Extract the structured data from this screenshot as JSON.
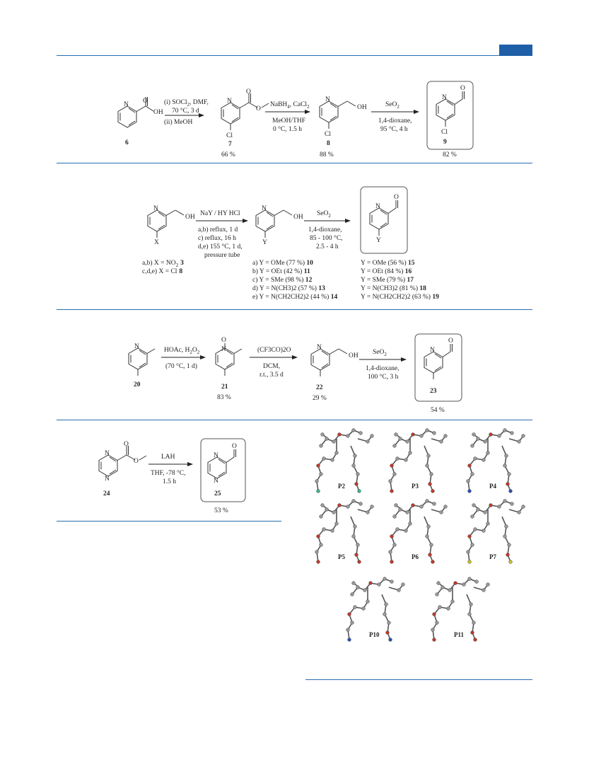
{
  "scheme1": {
    "cond1_line1": "(i) SOCl",
    "cond1_line1_sub": "2",
    "cond1_line1_tail": ", DMF,",
    "cond1_line2": "70 °C, 3 d",
    "cond1_line3": "(ii) MeOH",
    "cond2_a": "NaBH",
    "cond2_a_sub": "4",
    "cond2_a_tail": ", CaCl",
    "cond2_a_sub2": "2",
    "cond2_b": "MeOH/THF",
    "cond2_c": "0 °C, 1.5 h",
    "cond3_a": "SeO",
    "cond3_a_sub": "2",
    "cond3_b": "1,4-dioxane,",
    "cond3_c": "95 °C, 4 h",
    "c6": "6",
    "c7": "7",
    "c8": "8",
    "c9": "9",
    "y7": "66 %",
    "y8": "88 %",
    "y9": "82 %",
    "oh": "OH",
    "o": "O",
    "n": "N",
    "cl": "Cl"
  },
  "scheme2": {
    "cond1_a": "NaY / HY HCl",
    "cond1_b": "a,b) reflux, 1 d",
    "cond1_c": "c) reflux, 16 h",
    "cond1_d": "d,e) 155 °C, 1 d,",
    "cond1_e": "pressure tube",
    "cond2_a": "SeO",
    "cond2_a_sub": "2",
    "cond2_b": "1,4-dioxane,",
    "cond2_c": "85 - 100 °C,",
    "cond2_d": "2.5 - 4 h",
    "x": "X",
    "y": "Y",
    "sm_a": "a,b) X = NO",
    "sm_a_sub": "2",
    "sm_a_num": "3",
    "sm_b": "c,d,e) X = Cl",
    "sm_b_num": "8",
    "alc": [
      {
        "t": "a) Y = OMe (77 %)",
        "n": "10"
      },
      {
        "t": "b) Y = OEt (42 %)",
        "n": "11"
      },
      {
        "t": "c) Y = SMe (98 %)",
        "n": "12"
      },
      {
        "t": "d) Y = N(CH3)2 (57 %)",
        "n": "13"
      },
      {
        "t": "e) Y = N(CH2CH2)2 (44 %)",
        "n": "14"
      }
    ],
    "ald": [
      {
        "t": "Y = OMe (56 %)",
        "n": "15"
      },
      {
        "t": "Y = OEt (84 %)",
        "n": "16"
      },
      {
        "t": "Y = SMe (79 %)",
        "n": "17"
      },
      {
        "t": "Y = N(CH3)2 (81 %)",
        "n": "18"
      },
      {
        "t": "Y = N(CH2CH2)2 (63 %)",
        "n": "19"
      }
    ]
  },
  "scheme3": {
    "cond1_a": "HOAc, H",
    "cond1_a_sub": "2",
    "cond1_a_o": "O",
    "cond1_a_sub2": "2",
    "cond1_b": "(70 °C, 1 d)",
    "cond2_a": "(CF3CO)2O",
    "cond2_b": "DCM,",
    "cond2_c": "r.t., 3.5 d",
    "cond3_a": "SeO",
    "cond3_a_sub": "2",
    "cond3_b": "1,4-dioxane,",
    "cond3_c": "100 °C, 3 h",
    "c20": "20",
    "c21": "21",
    "c22": "22",
    "c23": "23",
    "y21": "83 %",
    "y22": "29 %",
    "y23": "54 %",
    "ominus": "O",
    "nplus": "N"
  },
  "scheme4": {
    "cond_a": "LAH",
    "cond_b": "THF, -78 °C,",
    "cond_c": "1.5 h",
    "c24": "24",
    "c25": "25",
    "y25": "53 %"
  },
  "crystal": {
    "labels": [
      "P2",
      "P3",
      "P4",
      "P5",
      "P6",
      "P7",
      "P10",
      "P11"
    ]
  }
}
